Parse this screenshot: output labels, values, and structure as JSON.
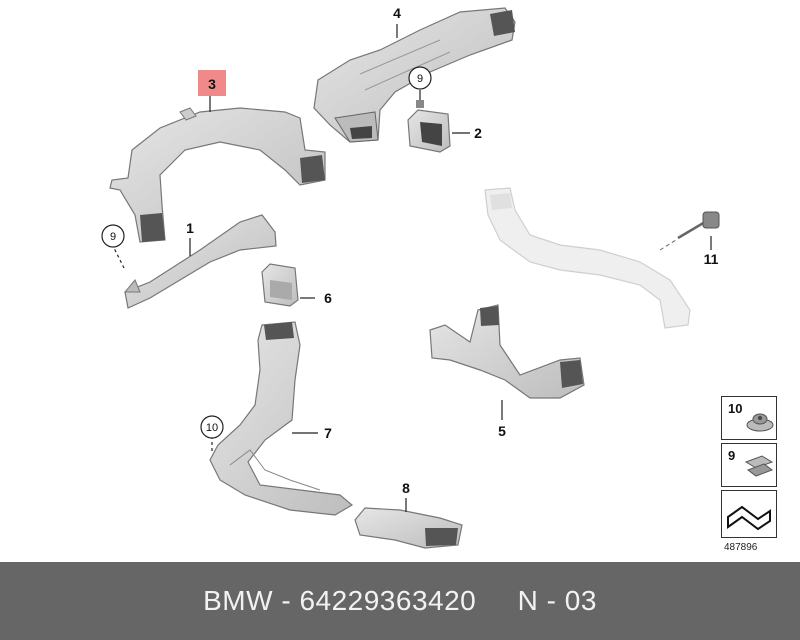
{
  "callouts": {
    "c1": "1",
    "c2": "2",
    "c3": "3",
    "c4": "4",
    "c5": "5",
    "c6": "6",
    "c7": "7",
    "c8": "8",
    "c9a": "9",
    "c9b": "9",
    "c10": "10",
    "c11": "11"
  },
  "legend": {
    "item10": "10",
    "item9": "9",
    "code": "487896"
  },
  "footer": {
    "brand": "BMW",
    "sep1": " - ",
    "part_number": "64229363420",
    "gap": "     ",
    "position": "N - 03"
  },
  "colors": {
    "part_fill": "#d6d6d6",
    "part_stroke": "#777777",
    "faded_fill": "#efefef",
    "faded_stroke": "#cfcfcf",
    "highlight": "#f08a8a",
    "footer_bg": "#666666"
  }
}
